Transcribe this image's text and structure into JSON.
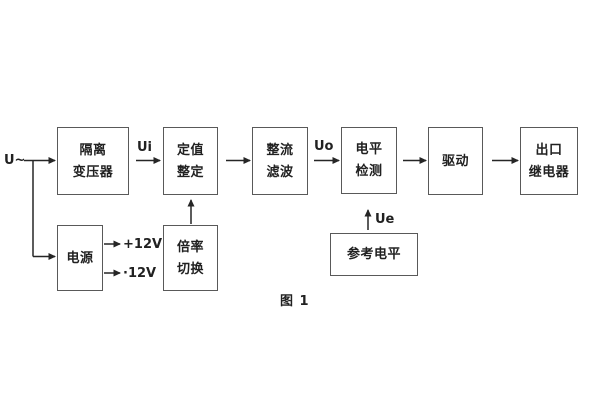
{
  "figure": {
    "caption": "图 1",
    "colors": {
      "background": "#ffffff",
      "box_border": "#595959",
      "line": "#262626",
      "text": "#212121"
    }
  },
  "blocks": {
    "isolation_transformer": {
      "line1": "隔离",
      "line2": "变压器"
    },
    "setpoint_setting": {
      "line1": "定值",
      "line2": "整定"
    },
    "rectifier_filter": {
      "line1": "整流",
      "line2": "滤波"
    },
    "level_detection": {
      "line1": "电平",
      "line2": "检测"
    },
    "driver": {
      "label": "驱动"
    },
    "output_relay": {
      "line1": "出口",
      "line2": "继电器"
    },
    "power_supply": {
      "label": "电源"
    },
    "ratio_switch": {
      "line1": "倍率",
      "line2": "切换"
    },
    "reference_level": {
      "label": "参考电平"
    }
  },
  "signals": {
    "input": "U~",
    "ui": "Ui",
    "uo": "Uo",
    "ue": "Ue",
    "rail_positive": "+12V",
    "rail_negative": "·12V"
  }
}
